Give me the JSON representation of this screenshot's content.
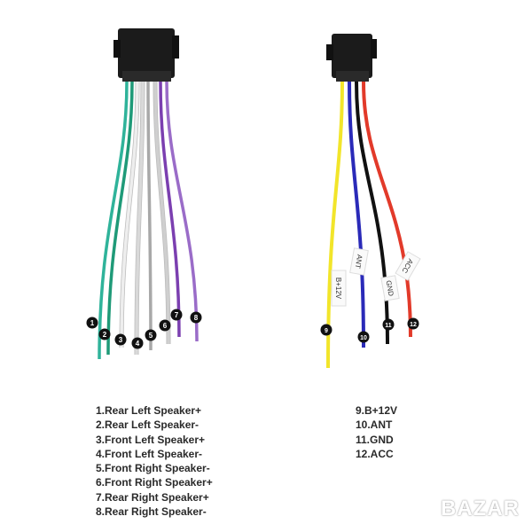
{
  "left_harness": {
    "markers": [
      "1",
      "2",
      "3",
      "4",
      "5",
      "6",
      "7",
      "8"
    ],
    "wire_colors": [
      "#2fb39a",
      "#1f9a78",
      "#eeeeee",
      "#d9d9d9",
      "#a8a8a8",
      "#cfcfcf",
      "#7b3fb0",
      "#9a6cc8"
    ]
  },
  "right_harness": {
    "markers": [
      "9",
      "10",
      "11",
      "12"
    ],
    "wire_colors": [
      "#f2e52a",
      "#2a2ab8",
      "#111111",
      "#e23a2a"
    ],
    "tags": [
      "B+12V",
      "ANT",
      "GND",
      "ACC"
    ]
  },
  "legend_left": [
    "1.Rear Left Speaker+",
    "2.Rear Left Speaker-",
    "3.Front Left Speaker+",
    "4.Front Left Speaker-",
    "5.Front Right Speaker-",
    "6.Front Right Speaker+",
    "7.Rear Right Speaker+",
    "8.Rear Right Speaker-"
  ],
  "legend_right": [
    "9.B+12V",
    "10.ANT",
    "11.GND",
    "12.ACC"
  ],
  "watermark": "BAZAR"
}
